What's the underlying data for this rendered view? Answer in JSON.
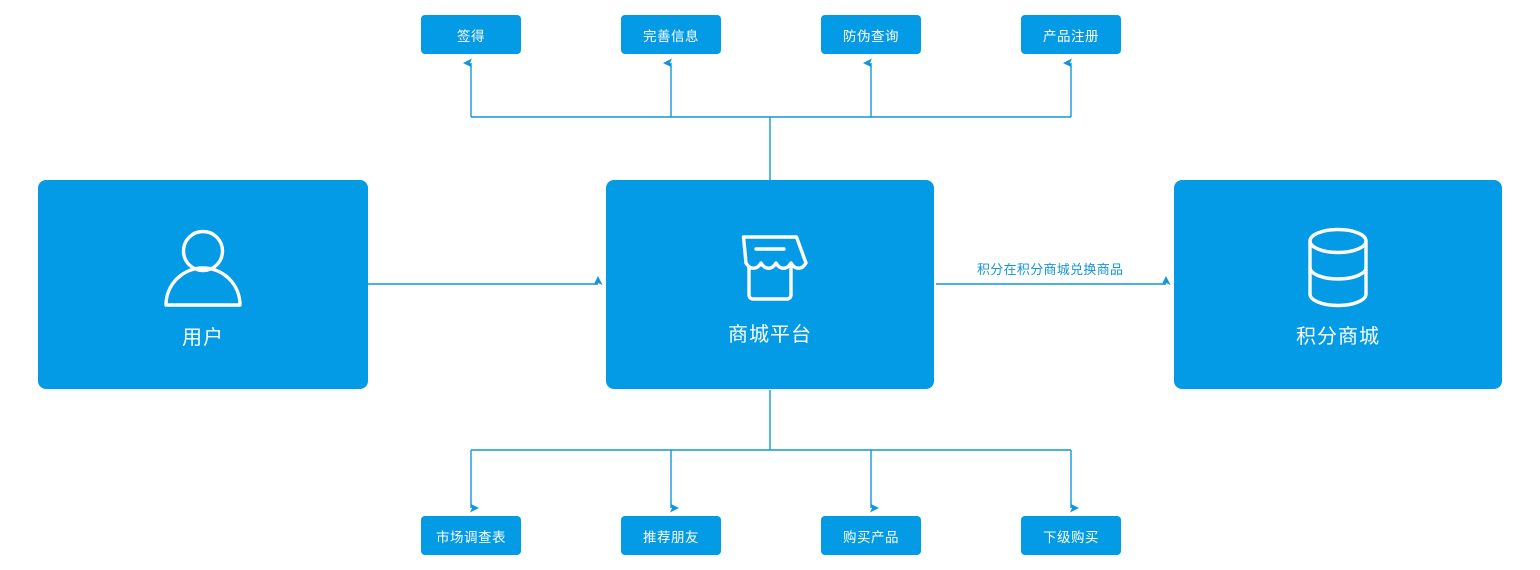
{
  "diagram": {
    "background_color": "#ffffff",
    "node_fill_color": "#039BE5",
    "node_text_color": "#ffffff",
    "connector_color": "#1296db",
    "nodes": {
      "user": {
        "label": "用户",
        "icon": "user-icon"
      },
      "platform": {
        "label": "商城平台",
        "icon": "shop-icon"
      },
      "points_mall": {
        "label": "积分商城",
        "icon": "database-icon"
      }
    },
    "top_chips": [
      {
        "label": "签得"
      },
      {
        "label": "完善信息"
      },
      {
        "label": "防伪查询"
      },
      {
        "label": "产品注册"
      }
    ],
    "bottom_chips": [
      {
        "label": "市场调查表"
      },
      {
        "label": "推荐朋友"
      },
      {
        "label": "购买产品"
      },
      {
        "label": "下级购买"
      }
    ],
    "edges": [
      {
        "from": "user",
        "to": "platform",
        "label": ""
      },
      {
        "from": "platform",
        "to": "points_mall",
        "label": "积分在积分商城兑换商品"
      }
    ]
  }
}
